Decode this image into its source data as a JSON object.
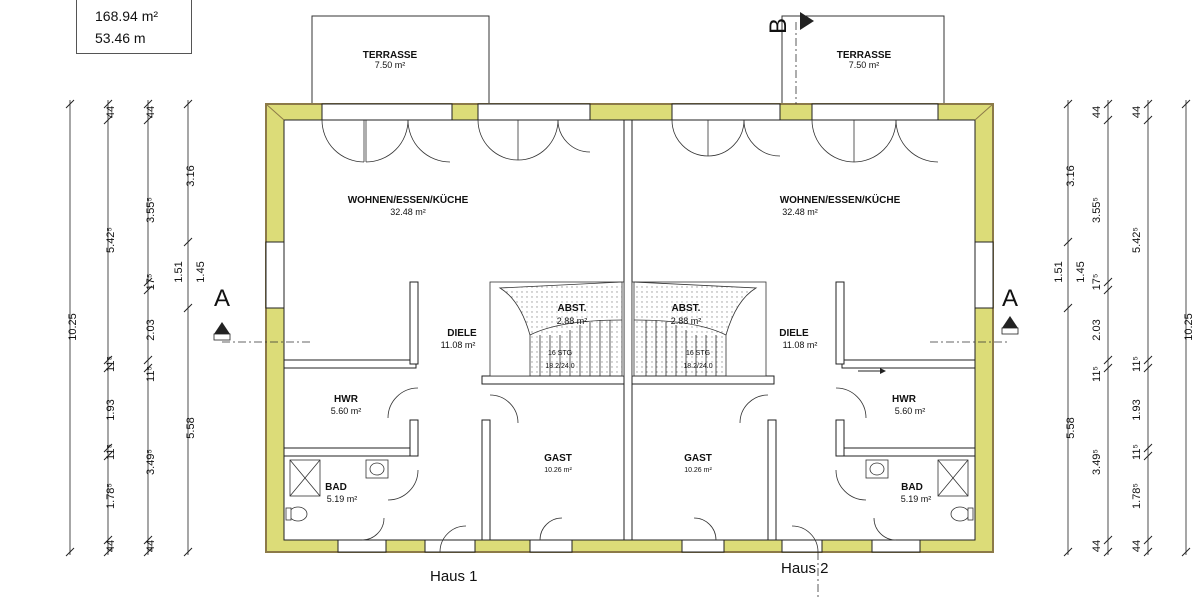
{
  "summary": {
    "area": "168.94 m²",
    "length": "53.46 m"
  },
  "rooms": {
    "terrasse_1": {
      "name": "TERRASSE",
      "area": "7.50 m²"
    },
    "terrasse_2": {
      "name": "TERRASSE",
      "area": "7.50 m²"
    },
    "wohnen_1": {
      "name": "WOHNEN/ESSEN/KÜCHE",
      "area": "32.48 m²"
    },
    "wohnen_2": {
      "name": "WOHNEN/ESSEN/KÜCHE",
      "area": "32.48 m²"
    },
    "abst_1": {
      "name": "ABST.",
      "area": "2.88 m²"
    },
    "abst_2": {
      "name": "ABST.",
      "area": "2.88 m²"
    },
    "diele_1": {
      "name": "DIELE",
      "area": "11.08 m²"
    },
    "diele_2": {
      "name": "DIELE",
      "area": "11.08 m²"
    },
    "hwr_1": {
      "name": "HWR",
      "area": "5.60 m²"
    },
    "hwr_2": {
      "name": "HWR",
      "area": "5.60 m²"
    },
    "gast_1": {
      "name": "GAST",
      "area": "10.26 m²"
    },
    "gast_2": {
      "name": "GAST",
      "area": "10.26 m²"
    },
    "bad_1": {
      "name": "BAD",
      "area": "5.19 m²"
    },
    "bad_2": {
      "name": "BAD",
      "area": "5.19 m²"
    }
  },
  "stairs": {
    "house1": {
      "steps": "16 STG",
      "ratio": "18.2/24.0"
    },
    "house2": {
      "steps": "16 STG",
      "ratio": "18.2/24.0"
    }
  },
  "labels": {
    "haus1": "Haus 1",
    "haus2": "Haus 2",
    "section_a_left": "A",
    "section_a_right": "A",
    "section_b": "B"
  },
  "dimensions": {
    "left_col1": [
      "10.25"
    ],
    "left_col2": [
      "44",
      "5.42⁵",
      "11⁵",
      "1.93",
      "11⁵",
      "1.78⁵",
      "44"
    ],
    "left_col3": [
      "44",
      "3.55⁵",
      "17⁵",
      "2.03",
      "11⁵",
      "3.49⁵",
      "44"
    ],
    "left_col4": [
      "3.16",
      "1.51",
      "1.45",
      "5.58"
    ],
    "right_col1": [
      "3.16",
      "1.51",
      "1.45",
      "5.58"
    ],
    "right_col2": [
      "44",
      "3.55⁵",
      "17⁵",
      "2.03",
      "11⁵",
      "3.49⁵",
      "44"
    ],
    "right_col3": [
      "44",
      "5.42⁵",
      "11⁵",
      "1.93",
      "11⁵",
      "1.78⁵",
      "44"
    ],
    "right_col4": [
      "10.25"
    ]
  },
  "colors": {
    "insulation": "#dcdc78",
    "wall": "#8c7a48",
    "line": "#222222"
  }
}
